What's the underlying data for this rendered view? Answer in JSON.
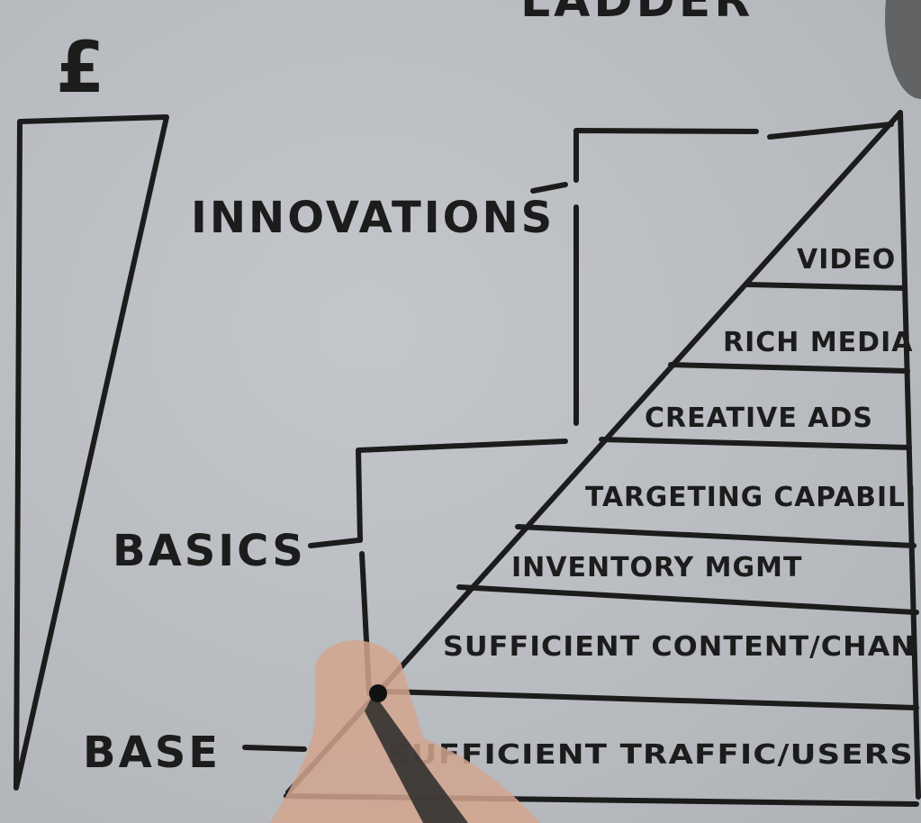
{
  "title": "LADDER",
  "currency_symbol": "£",
  "side_labels": {
    "innovations": "INNOVATIONS",
    "basics": "BASICS",
    "base": "BASE"
  },
  "steps": [
    "VIDEO",
    "RICH MEDIA",
    "CREATIVE ADS",
    "TARGETING CAPABILI",
    "INVENTORY MGMT",
    "SUFFICIENT CONTENT/CHAN",
    "SUFFICIENT TRAFFIC/USERS"
  ]
}
